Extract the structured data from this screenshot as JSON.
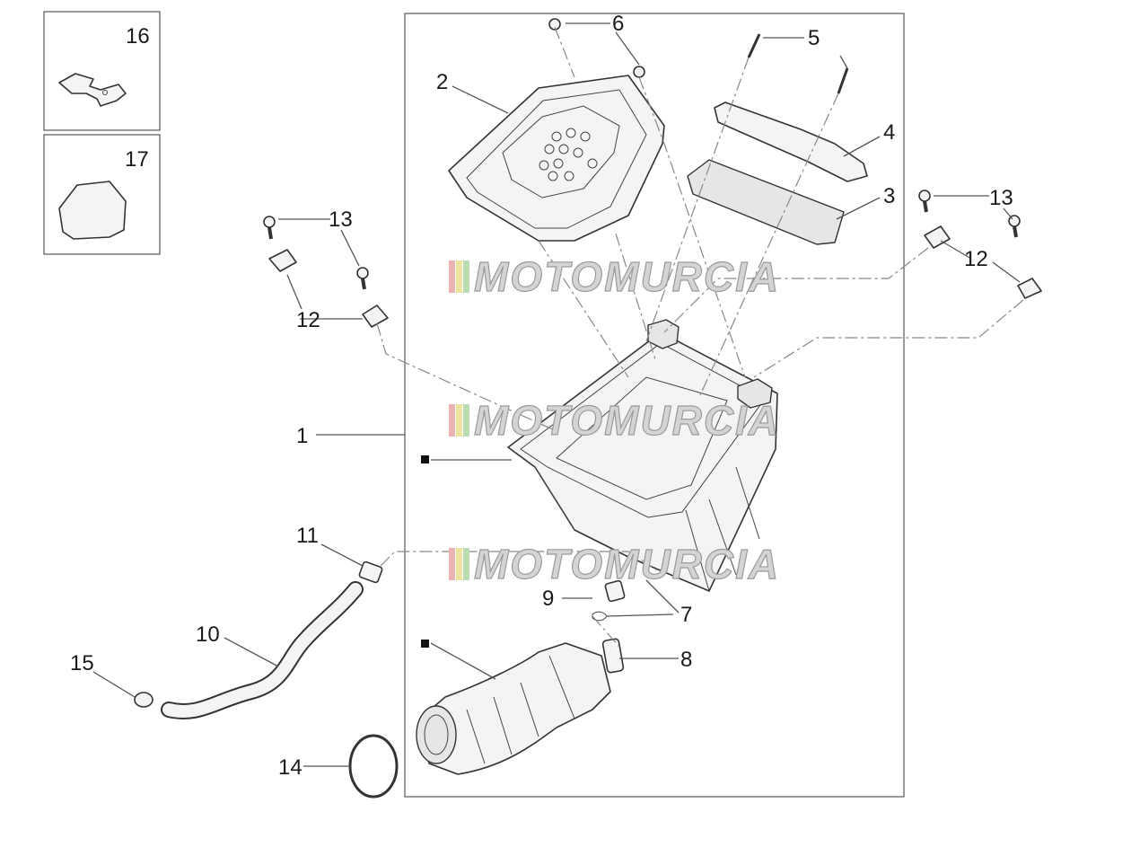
{
  "diagram": {
    "callouts": {
      "c1": "1",
      "c2": "2",
      "c3": "3",
      "c4": "4",
      "c5": "5",
      "c6": "6",
      "c7": "7",
      "c8": "8",
      "c9": "9",
      "c10": "10",
      "c11": "11",
      "c12a": "12",
      "c12b": "12",
      "c13a": "13",
      "c13b": "13",
      "c14": "14",
      "c15": "15",
      "c16": "16",
      "c17": "17"
    },
    "watermark": "MOTOMURCIA"
  },
  "colors": {
    "line": "#333333",
    "watermark_stripes": [
      "#e9b3b3",
      "#efe3a0",
      "#b9dcb2"
    ]
  }
}
